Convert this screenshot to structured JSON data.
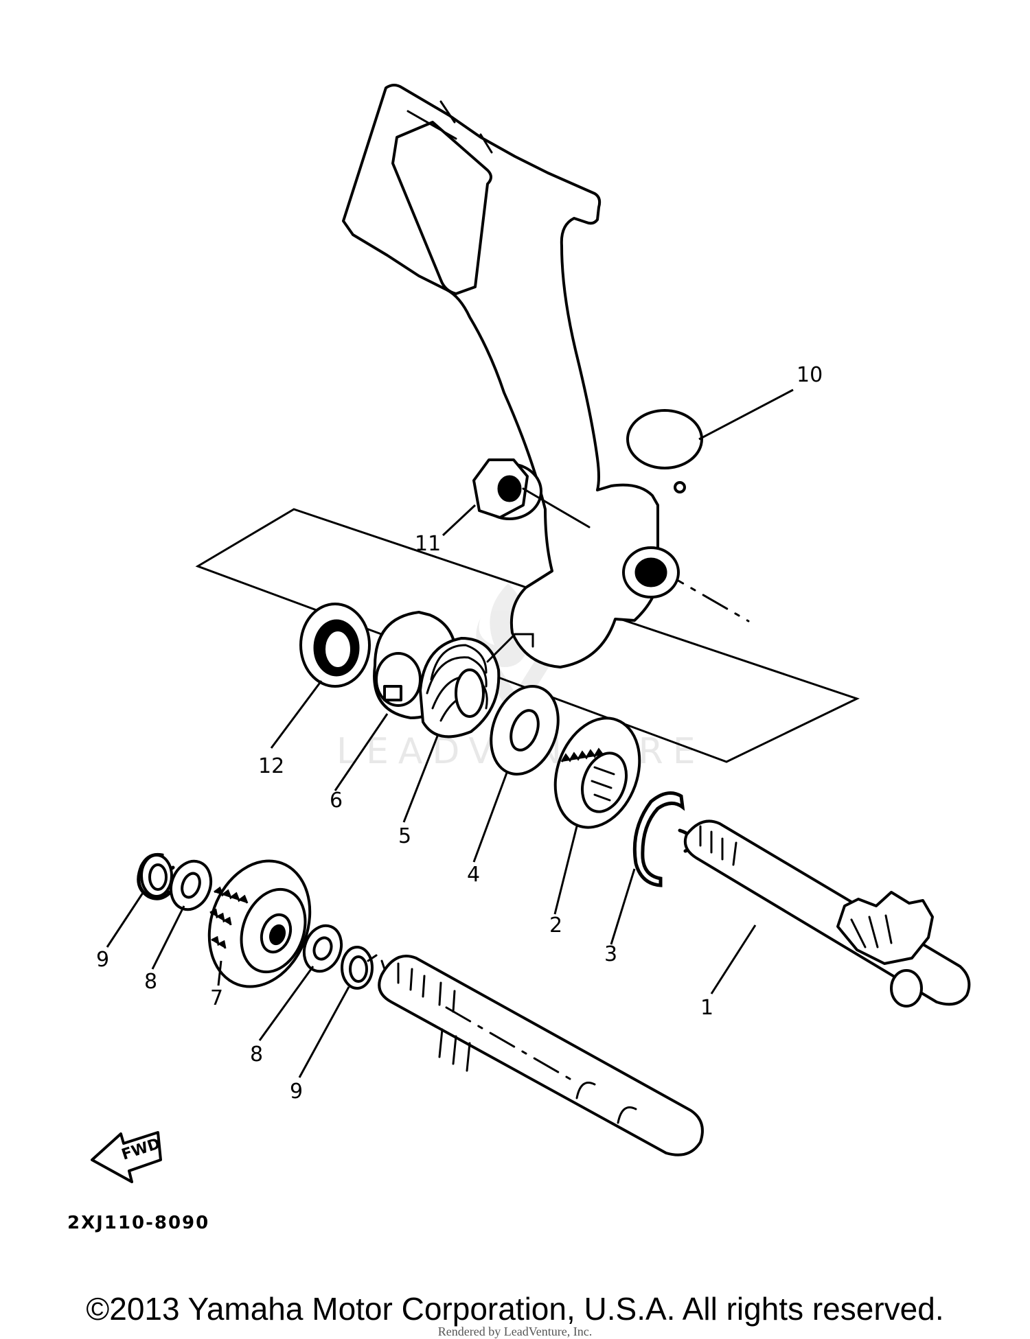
{
  "diagram": {
    "drawing_code": "2XJ110-8090",
    "fwd_label": "FWD",
    "callouts": [
      {
        "id": "1",
        "label": "1"
      },
      {
        "id": "2",
        "label": "2"
      },
      {
        "id": "3",
        "label": "3"
      },
      {
        "id": "4",
        "label": "4"
      },
      {
        "id": "5",
        "label": "5"
      },
      {
        "id": "6",
        "label": "6"
      },
      {
        "id": "7",
        "label": "7"
      },
      {
        "id": "8a",
        "label": "8"
      },
      {
        "id": "8b",
        "label": "8"
      },
      {
        "id": "9a",
        "label": "9"
      },
      {
        "id": "9b",
        "label": "9"
      },
      {
        "id": "10",
        "label": "10"
      },
      {
        "id": "11",
        "label": "11"
      },
      {
        "id": "12",
        "label": "12"
      }
    ],
    "watermark": "LEADVENTURE"
  },
  "footer": {
    "copyright": "©2013 Yamaha Motor Corporation, U.S.A. All rights reserved.",
    "rendered_by": "Rendered by LeadVenture, Inc."
  }
}
